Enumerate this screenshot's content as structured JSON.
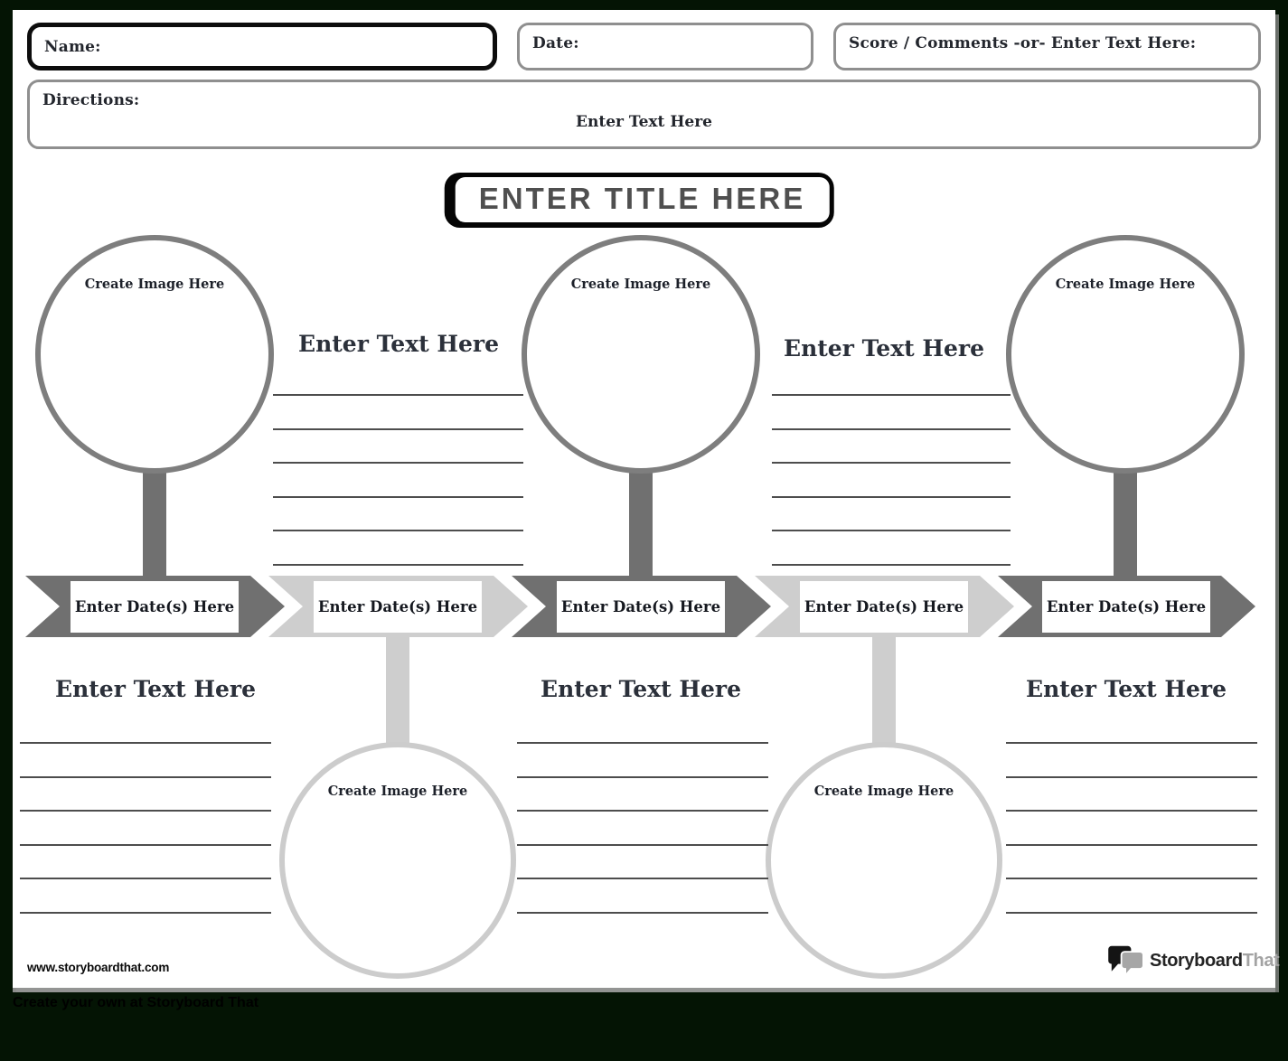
{
  "colors": {
    "background": "#041404",
    "paper": "#ffffff",
    "arrow_dark": "#707070",
    "arrow_light": "#cecece",
    "circle_top_stroke": "#7e7e7e",
    "circle_bottom_stroke": "#cccccc",
    "field_border": "#8f8f8f",
    "title_text": "#4f4f4f"
  },
  "header": {
    "name_label": "Name:",
    "date_label": "Date:",
    "score_label": "Score / Comments -or- Enter Text Here:",
    "directions_label": "Directions:",
    "directions_text": "Enter Text Here"
  },
  "title": {
    "text": "ENTER TITLE HERE"
  },
  "timeline": {
    "ruled_lines_per_section": 6,
    "events": [
      {
        "date": "Enter Date(s) Here",
        "image_label": "Create Image Here",
        "text_heading": "Enter Text Here",
        "image_position": "top"
      },
      {
        "date": "Enter Date(s) Here",
        "image_label": "Create Image Here",
        "text_heading": "Enter Text Here",
        "image_position": "bottom"
      },
      {
        "date": "Enter Date(s) Here",
        "image_label": "Create Image Here",
        "text_heading": "Enter Text Here",
        "image_position": "top"
      },
      {
        "date": "Enter Date(s) Here",
        "image_label": "Create Image Here",
        "text_heading": "Enter Text Here",
        "image_position": "bottom"
      },
      {
        "date": "Enter Date(s) Here",
        "image_label": "Create Image Here",
        "text_heading": "Enter Text Here",
        "image_position": "top"
      }
    ]
  },
  "footer": {
    "website": "www.storyboardthat.com",
    "logo_storyboard": "Storyboard",
    "logo_that": "That",
    "tagline": "Create your own at Storyboard That"
  }
}
